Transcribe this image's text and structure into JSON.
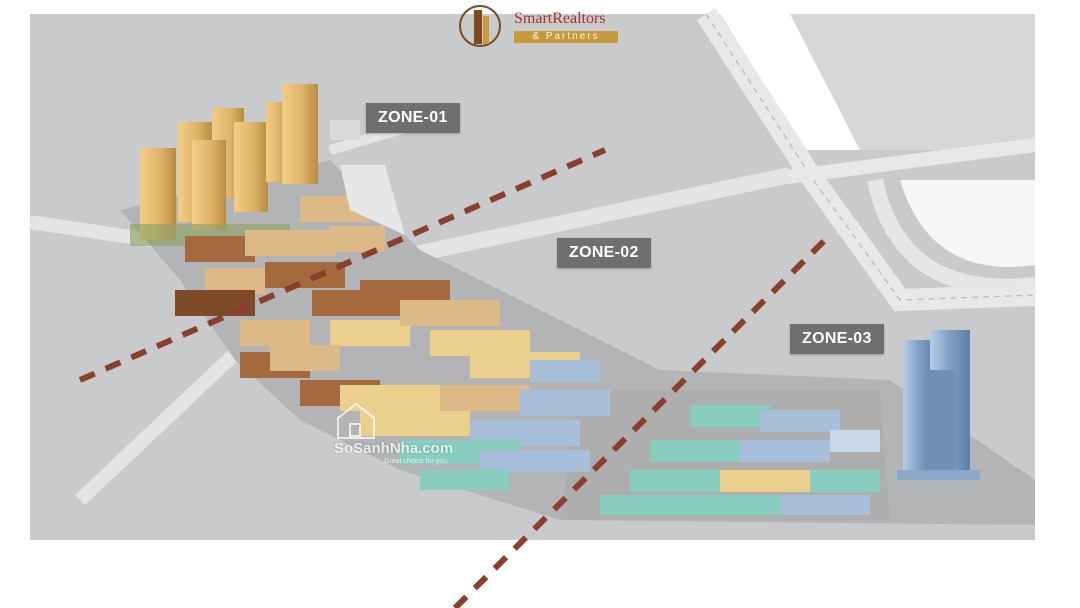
{
  "logo": {
    "name": "SmartRealtors",
    "sub": "& Partners"
  },
  "zones": [
    {
      "id": "zone-01",
      "label": "ZONE-01"
    },
    {
      "id": "zone-02",
      "label": "ZONE-02"
    },
    {
      "id": "zone-03",
      "label": "ZONE-03"
    }
  ],
  "watermark": {
    "name": "SoSanhNha.com",
    "tagline": "Great choice for you"
  },
  "colors": {
    "ground": "#c9cacb",
    "road": "#e4e4e4",
    "boundary": "#8a3f2c",
    "zone_label_bg": "#6f6f70",
    "tower_gold": "#e0b46a",
    "tower_blue": "#7f9fc3",
    "townhouse_brown": "#a46a3e",
    "townhouse_tan": "#ddb987",
    "townhouse_yellow": "#ead08c",
    "townhouse_blue": "#a7bfd8",
    "townhouse_teal": "#89cdbf",
    "logo_red": "#a8332a",
    "logo_gold": "#c89a3c"
  }
}
